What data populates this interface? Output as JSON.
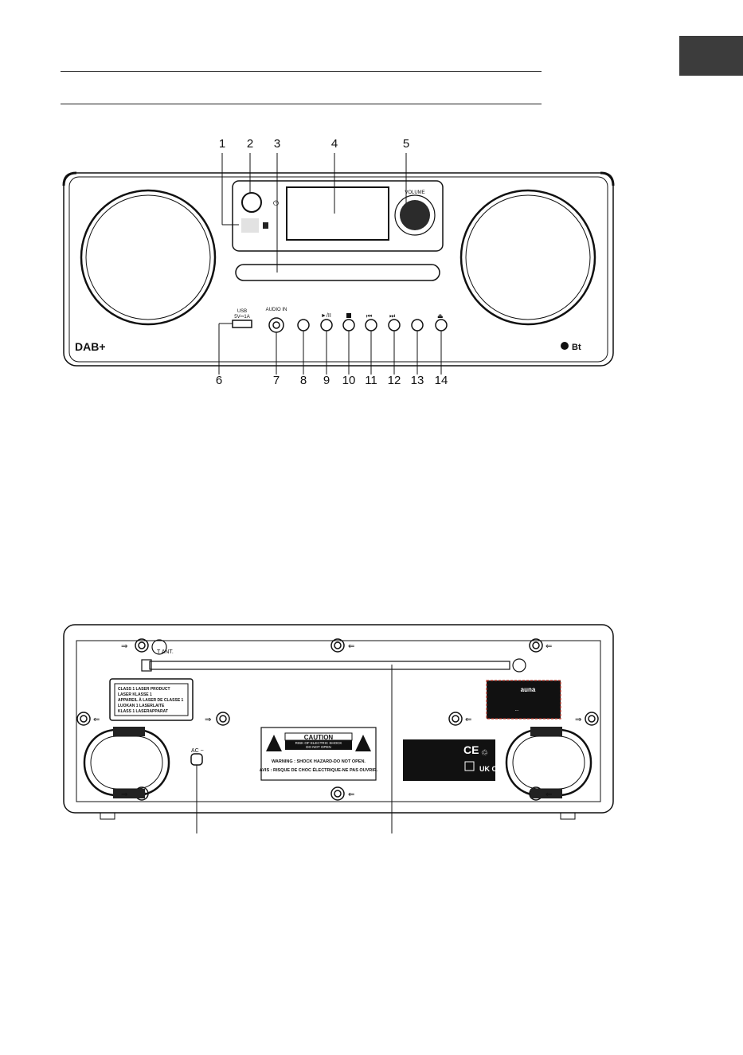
{
  "front_view": {
    "callouts_top": [
      "1",
      "2",
      "3",
      "4",
      "5"
    ],
    "callouts_bottom": [
      "6",
      "7",
      "8",
      "9",
      "10",
      "11",
      "12",
      "13",
      "14"
    ],
    "labels": {
      "volume": "VOLUME",
      "usb": "USB",
      "usb_rating": "5V⎓1A",
      "audio_in": "AUDIO IN",
      "dab_logo": "DAB+",
      "bt_logo": "Bt"
    }
  },
  "rear_view": {
    "antenna_label": "T ANT.",
    "ac_label": "AC ~",
    "laser_label": [
      "CLASS 1 LASER PRODUCT",
      "LASER KLASSE 1",
      "APPAREIL À LASER DE CLASSE 1",
      "LUOKAN 1 LASERLAITE",
      "KLASS 1 LASERAPPARAT"
    ],
    "caution": {
      "title": "CAUTION",
      "subtitle_1": "RISK OF ELECTRIC SHOCK",
      "subtitle_2": "DO NOT OPEN",
      "warning_en": "WARNING : SHOCK HAZARD-DO NOT OPEN.",
      "warning_fr": "AVIS : RISQUE DE CHOC ÉLECTRIQUE-NE PAS OUVRIR."
    },
    "brand": "auna",
    "brand_sub": "...",
    "cert_marks": [
      "CE",
      "UK CA"
    ]
  },
  "colors": {
    "lang_tab": "#3c3c3c",
    "brand_box_border": "#c0392b",
    "line": "#111111"
  }
}
